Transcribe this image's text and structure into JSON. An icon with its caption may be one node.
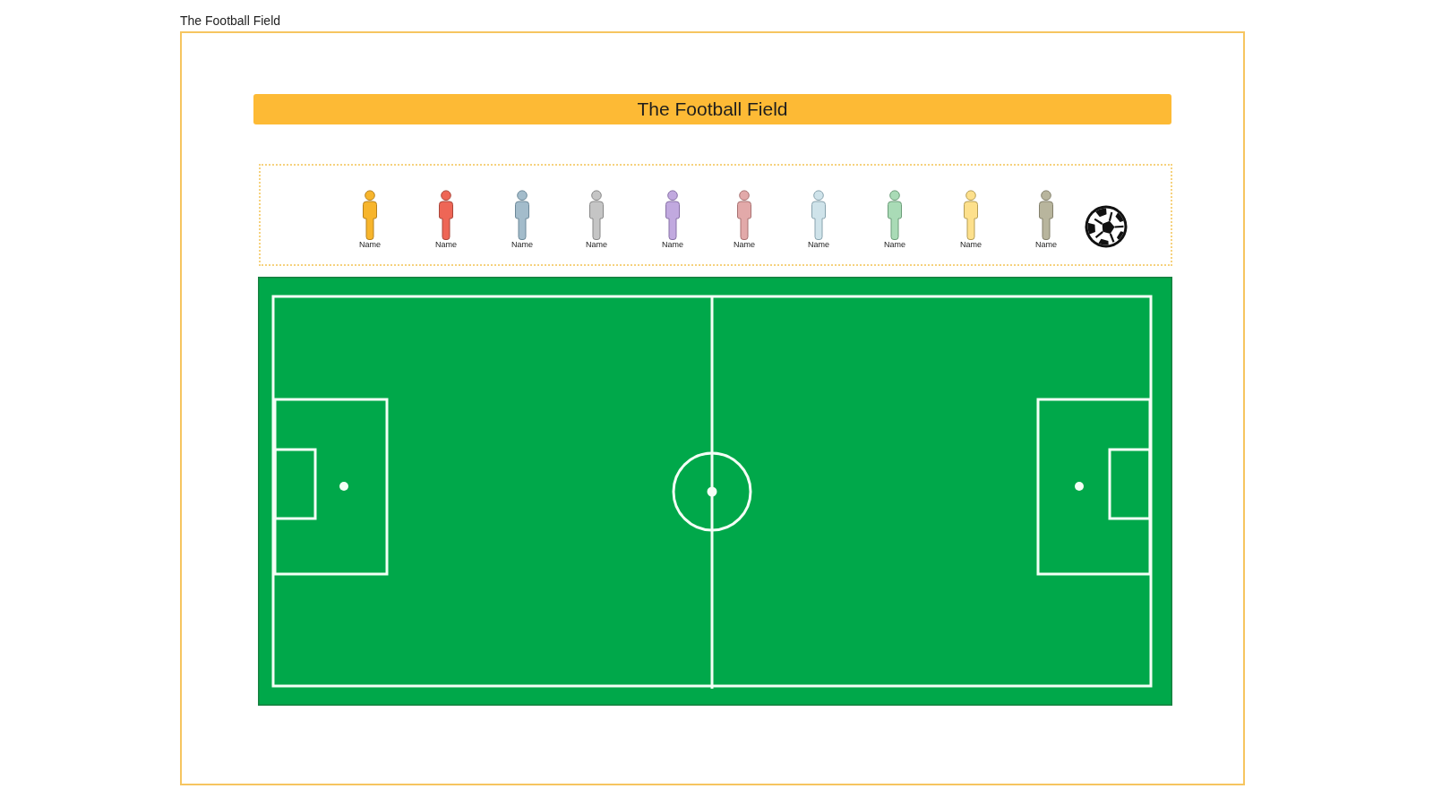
{
  "diagram": {
    "nodes": [
      {
        "text": [
          "The Football Field"
        ]
      },
      {
        "text": [
          "The Football Field"
        ],
        "in": 0
      },
      {
        "text": [],
        "shape": "box",
        "in": 0
      },
      {
        "text": [
          "Name"
        ],
        "in": 2
      },
      {
        "text": [
          "Name"
        ],
        "in": 2
      },
      {
        "text": [
          "Name"
        ],
        "in": 2
      },
      {
        "text": [
          "Name"
        ],
        "in": 2
      },
      {
        "text": [
          "Name"
        ],
        "in": 2
      },
      {
        "text": [
          "Name"
        ],
        "in": 2
      },
      {
        "text": [
          "Name"
        ],
        "in": 2
      },
      {
        "text": [
          "Name"
        ],
        "in": 2
      },
      {
        "text": [
          "Name"
        ],
        "in": 2
      },
      {
        "text": [
          "Name"
        ],
        "in": 2
      }
    ]
  }
}
